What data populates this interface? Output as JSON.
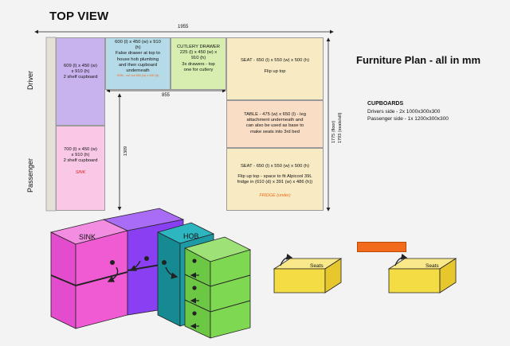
{
  "title": "TOP VIEW",
  "plan_title": "Furniture Plan - all in mm",
  "side_labels": {
    "driver": "Driver",
    "passenger": "Passenger"
  },
  "dimensions": {
    "overall": "1955",
    "inner": "855",
    "depth": "1309",
    "right_floor": "1775 (floor)",
    "right_seat": "1793 (seats/sill)"
  },
  "cupboards": {
    "heading": "CUPBOARDS",
    "lines": [
      "Drivers side - 2x 1000x300x300",
      "Passenger side - 1x 1200x300x300"
    ]
  },
  "boxes": {
    "driver_cupboard": {
      "line1": "609 (l) x 450 (w)",
      "line2": "x 910 (h)",
      "line3": "2 shelf cupboard"
    },
    "passenger_cupboard": {
      "line1": "700 (l) x 450 (w)",
      "line2": "x 910 (h)",
      "line3": "2 shelf cupboard",
      "note": "SINK"
    },
    "false_drawer": {
      "line1": "600 (l) x 450 (w) x 910",
      "line2": "(h)",
      "line3": "False drawer at top to",
      "line4": "house hob plumbing",
      "line5": "and then cupboard",
      "line6": "underneath",
      "note": "HOB - cut out 560 (w) x 490 (d)"
    },
    "cutlery": {
      "line1": "CUTLERY DRAWER",
      "line2": "225 (l) x 450  (w) x",
      "line3": "910 (h)",
      "line4": "3x drawers - top",
      "line5": "one for cutlery"
    },
    "seat_top": {
      "line1": "SEAT - 650 (l) x 550 (w) x 500 (h)",
      "line2": "Flip up top"
    },
    "table": {
      "line1": "TABLE - 475 (w) x 650 (l)  - leg",
      "line2": "attachment underneath and",
      "line3": "can also be used as base to",
      "line4": "make seats into 3rd bed"
    },
    "seat_bottom": {
      "line1": "SEAT - 650 (l) x 550 (w) x 500 (h)",
      "line2": "Flip up top - space to fit Alpicool 39L",
      "line3": "fridge in (610 (d) x 391 (w) x 486 (h))",
      "note": "FRIDGE (under)"
    }
  },
  "model_labels": {
    "sink": "SINK",
    "hob": "HOB"
  },
  "seat_labels": {
    "left": "Seats",
    "right": "Seats"
  },
  "colors": {
    "purple": "#c9b3ef",
    "pink": "#f8c8e6",
    "blue": "#b5dbe8",
    "green": "#d7eeb0",
    "cream": "#f8ebc3",
    "peach": "#f9ddc5",
    "magenta": "#f15cd6",
    "violet": "#8a40f2",
    "teal": "#1e9aa4",
    "lime": "#7fd852",
    "yellow": "#f4dc45",
    "orange": "#f26a1b"
  }
}
